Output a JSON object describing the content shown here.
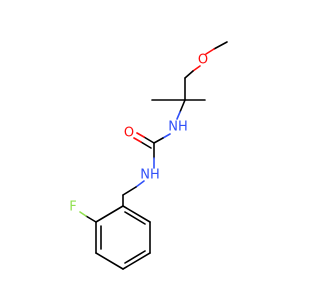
{
  "colors": {
    "background": "#ffffff",
    "carbon_bond": "#000000",
    "oxygen": "#ff0d0d",
    "nitrogen": "#3050f8",
    "fluorine": "#90e050"
  },
  "atoms": {
    "o_ether": {
      "label": "O",
      "element": "oxygen"
    },
    "n_upper": {
      "label": "NH",
      "element": "nitrogen"
    },
    "o_carbonyl": {
      "label": "O",
      "element": "oxygen"
    },
    "n_lower": {
      "label": "NH",
      "element": "nitrogen"
    },
    "f": {
      "label": "F",
      "element": "fluorine"
    }
  }
}
